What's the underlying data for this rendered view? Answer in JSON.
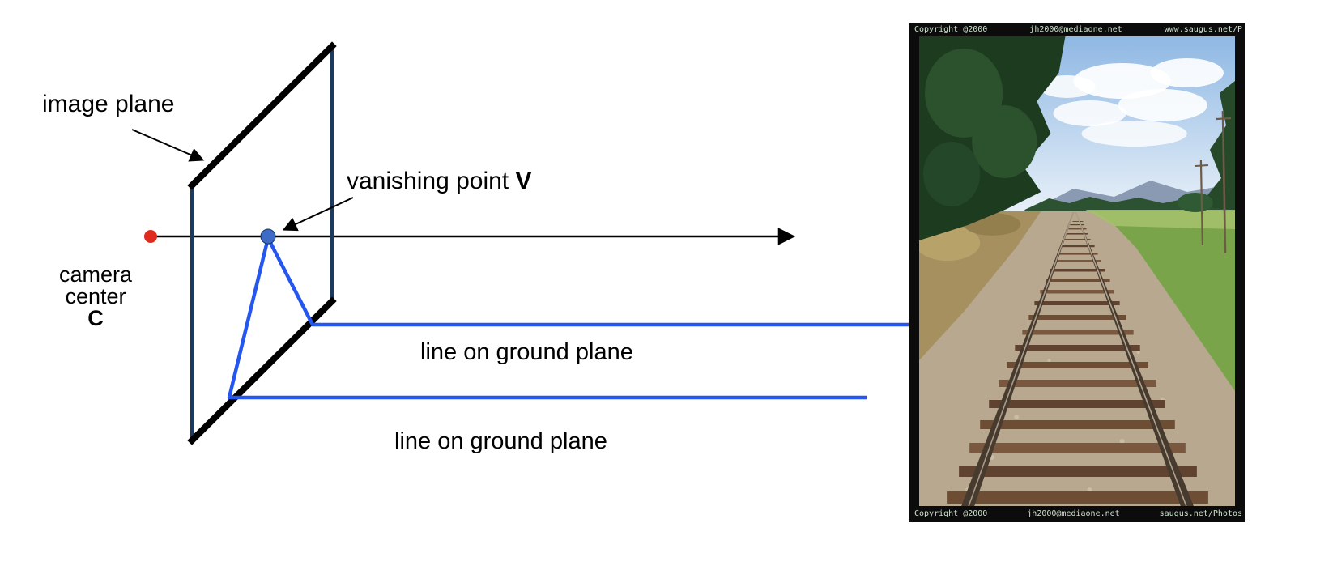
{
  "labels": {
    "image_plane": "image plane",
    "vanishing_point_text": "vanishing point ",
    "vanishing_point_symbol": "V",
    "camera_line1": "camera",
    "camera_line2": "center",
    "camera_symbol": "C",
    "ground_line_1": "line on ground plane",
    "ground_line_2": "line on ground plane"
  },
  "photo": {
    "copyright_top": [
      "Copyright @2000",
      "jh2000@mediaone.net",
      "www.saugus.net/P"
    ],
    "copyright_bottom": [
      "Copyright @2000",
      "jh2000@mediaone.net",
      "saugus.net/Photos"
    ]
  },
  "colors": {
    "ground_line_blue": "#2456f0",
    "camera_center_dot": "#df2b1d",
    "vanishing_point_dot": "#3d6bc6",
    "plane_edge": "#1b3a5f",
    "plane_frame": "#000000"
  }
}
